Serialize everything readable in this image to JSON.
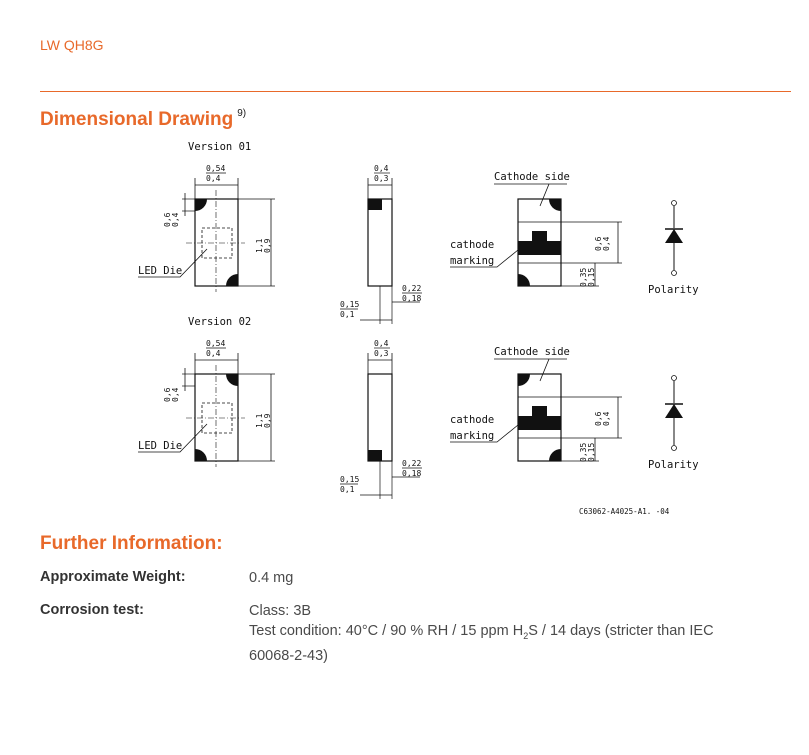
{
  "header": {
    "part_number": "LW QH8G"
  },
  "dimensional_drawing": {
    "title": "Dimensional Drawing",
    "footnote_ref": "9)",
    "versions": [
      {
        "label": "Version 01",
        "top_width": [
          "0,54",
          "0,4"
        ],
        "side_width": [
          "0,4",
          "0,3"
        ],
        "corner_height": [
          "0,6",
          "0,4"
        ],
        "total_height": [
          "1,1",
          "0,9"
        ],
        "led_die": "LED Die",
        "pad_left": [
          "0,15",
          "0,1"
        ],
        "pad_right": [
          "0,22",
          "0,18"
        ],
        "cathode_side": "Cathode side",
        "cathode_marking": [
          "cathode",
          "marking"
        ],
        "mark_height": [
          "0,6",
          "0,4"
        ],
        "mark_offset": [
          "0,35",
          "0,15"
        ],
        "polarity": "Polarity"
      },
      {
        "label": "Version 02",
        "top_width": [
          "0,54",
          "0,4"
        ],
        "side_width": [
          "0,4",
          "0,3"
        ],
        "corner_height": [
          "0,6",
          "0,4"
        ],
        "total_height": [
          "1,1",
          "0,9"
        ],
        "led_die": "LED Die",
        "pad_left": [
          "0,15",
          "0,1"
        ],
        "pad_right": [
          "0,22",
          "0,18"
        ],
        "cathode_side": "Cathode side",
        "cathode_marking": [
          "cathode",
          "marking"
        ],
        "mark_height": [
          "0,6",
          "0,4"
        ],
        "mark_offset": [
          "0,35",
          "0,15"
        ],
        "polarity": "Polarity"
      }
    ],
    "drawing_code": "C63062-A4025-A1. -04"
  },
  "further_information": {
    "title": "Further Information:",
    "weight_label": "Approximate Weight:",
    "weight_value": "0.4 mg",
    "corrosion_label": "Corrosion test:",
    "corrosion_class": "Class: 3B",
    "corrosion_line1_pre": "Test condition: 40°C / 90 % RH / 15 ppm H",
    "corrosion_sub": "2",
    "corrosion_line1_post": "S / 14 days (stricter than IEC",
    "corrosion_line2": "60068-2-43)"
  }
}
